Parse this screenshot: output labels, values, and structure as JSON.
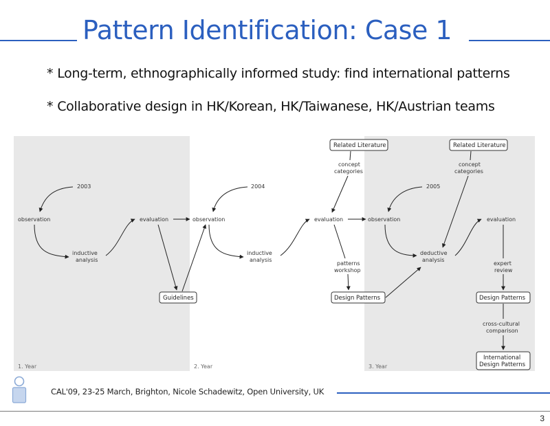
{
  "slide": {
    "title": "Pattern Identification: Case 1",
    "bullets": [
      {
        "mark": "*",
        "text": "Long-term, ethnographically informed study: find international patterns"
      },
      {
        "mark": "*",
        "text": "Collaborative design in HK/Korean, HK/Taiwanese, HK/Austrian teams"
      }
    ],
    "footer": "CAL'09, 23-25 March, Brighton, Nicole Schadewitz, Open University, UK",
    "page_number": "3",
    "accent_color": "#2b5fbf"
  },
  "diagram": {
    "panel_labels": [
      "1. Year",
      "2. Year",
      "3. Year"
    ],
    "years": [
      "2003",
      "2004",
      "2005"
    ],
    "nodes": {
      "observation": "observation",
      "evaluation": "evaluation",
      "inductive_line1": "inductive",
      "inductive_line2": "analysis",
      "deductive_line1": "deductive",
      "deductive_line2": "analysis",
      "concept_line1": "concept",
      "concept_line2": "categories",
      "patterns_workshop_line1": "patterns",
      "patterns_workshop_line2": "workshop",
      "expert_review_line1": "expert",
      "expert_review_line2": "review",
      "cross_cultural_line1": "cross-cultural",
      "cross_cultural_line2": "comparison",
      "guidelines": "Guidelines",
      "related_literature": "Related Literature",
      "design_patterns": "Design Patterns",
      "international_line1": "International",
      "international_line2": "Design Patterns"
    }
  }
}
